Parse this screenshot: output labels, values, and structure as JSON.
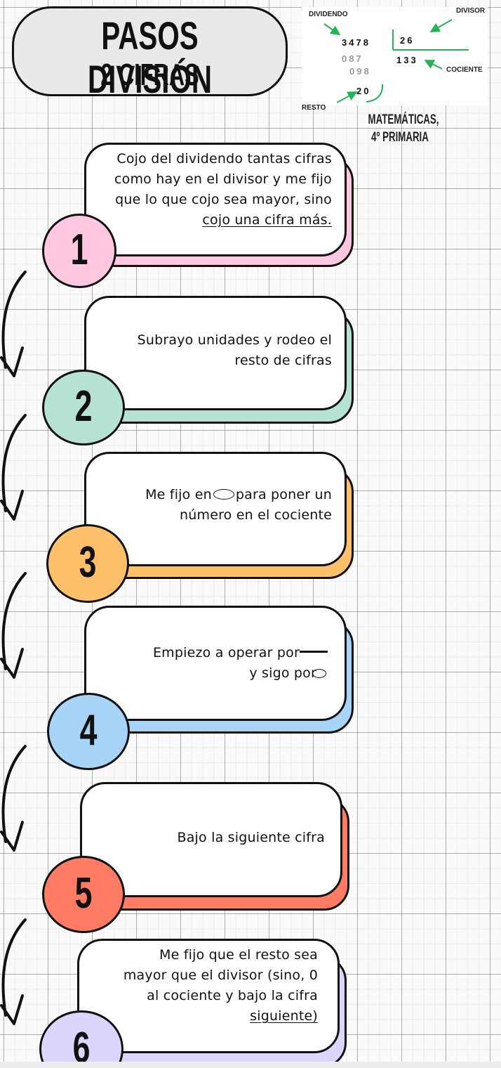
{
  "header": {
    "title_line1": "PASOS DIVISIÓN",
    "title_line2": "2 CIFRAS",
    "subject_line1": "MATEMÁTICAS,",
    "subject_line2": "4º PRIMARIA"
  },
  "diagram": {
    "labels": {
      "dividend": "DIVIDENDO",
      "divisor": "DIVISOR",
      "quotient": "COCIENTE",
      "remainder": "RESTO"
    },
    "dividend_value": "3478",
    "divisor_value": "26",
    "quotient_value": "133",
    "partial_1": "087",
    "partial_2": "098",
    "remainder_value": "20",
    "accent_color": "#22b455"
  },
  "steps": [
    {
      "number": "1",
      "color": "#ffc8e0",
      "lines": [
        "Cojo del dividendo tantas cifras",
        "como hay en el divisor y me fijo",
        "que lo que cojo sea mayor, sino",
        "cojo una cifra más."
      ]
    },
    {
      "number": "2",
      "color": "#b5e2d3",
      "lines": [
        "Subrayo unidades y rodeo el",
        "resto de cifras"
      ]
    },
    {
      "number": "3",
      "color": "#ffc06b",
      "line1_before": "Me fijo en",
      "line1_after": "para poner un",
      "line2": "número en el cociente"
    },
    {
      "number": "4",
      "color": "#a8d4f8",
      "line1": "Empiezo a operar por",
      "line2": "y sigo por"
    },
    {
      "number": "5",
      "color": "#ff7b63",
      "lines": [
        "Bajo la siguiente cifra"
      ]
    },
    {
      "number": "6",
      "color": "#ddd5fb",
      "lines": [
        "Me fijo que el resto sea",
        "mayor que el divisor (sino, 0",
        "al cociente y bajo la cifra",
        "siguiente)"
      ]
    }
  ]
}
